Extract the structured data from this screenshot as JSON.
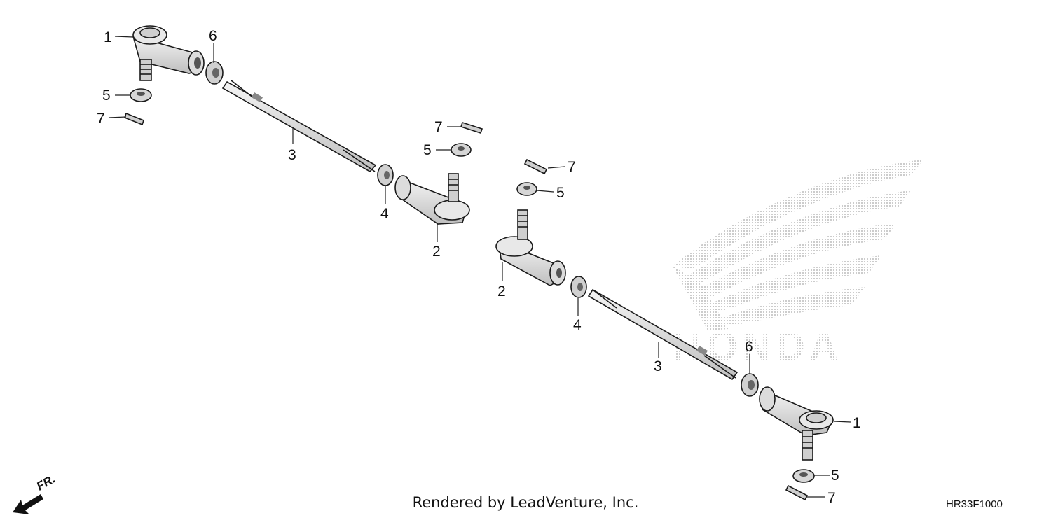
{
  "diagram": {
    "callouts": {
      "c1a": "1",
      "c6a": "6",
      "c5a": "5",
      "c7a": "7",
      "c3a": "3",
      "c7b": "7",
      "c5b": "5",
      "c4a": "4",
      "c2a": "2",
      "c7c": "7",
      "c5c": "5",
      "c2b": "2",
      "c4b": "4",
      "c3b": "3",
      "c6b": "6",
      "c1b": "1",
      "c5d": "5",
      "c7d": "7"
    },
    "watermark_text": "HONDA",
    "direction_label": "FR.",
    "credit": "Rendered by LeadVenture, Inc.",
    "diagram_code": "HR33F1000"
  },
  "colors": {
    "line": "#1a1a1a",
    "part_light": "#e6e6e6",
    "part_mid": "#bdbdbd",
    "watermark": "#b5b5b5"
  }
}
